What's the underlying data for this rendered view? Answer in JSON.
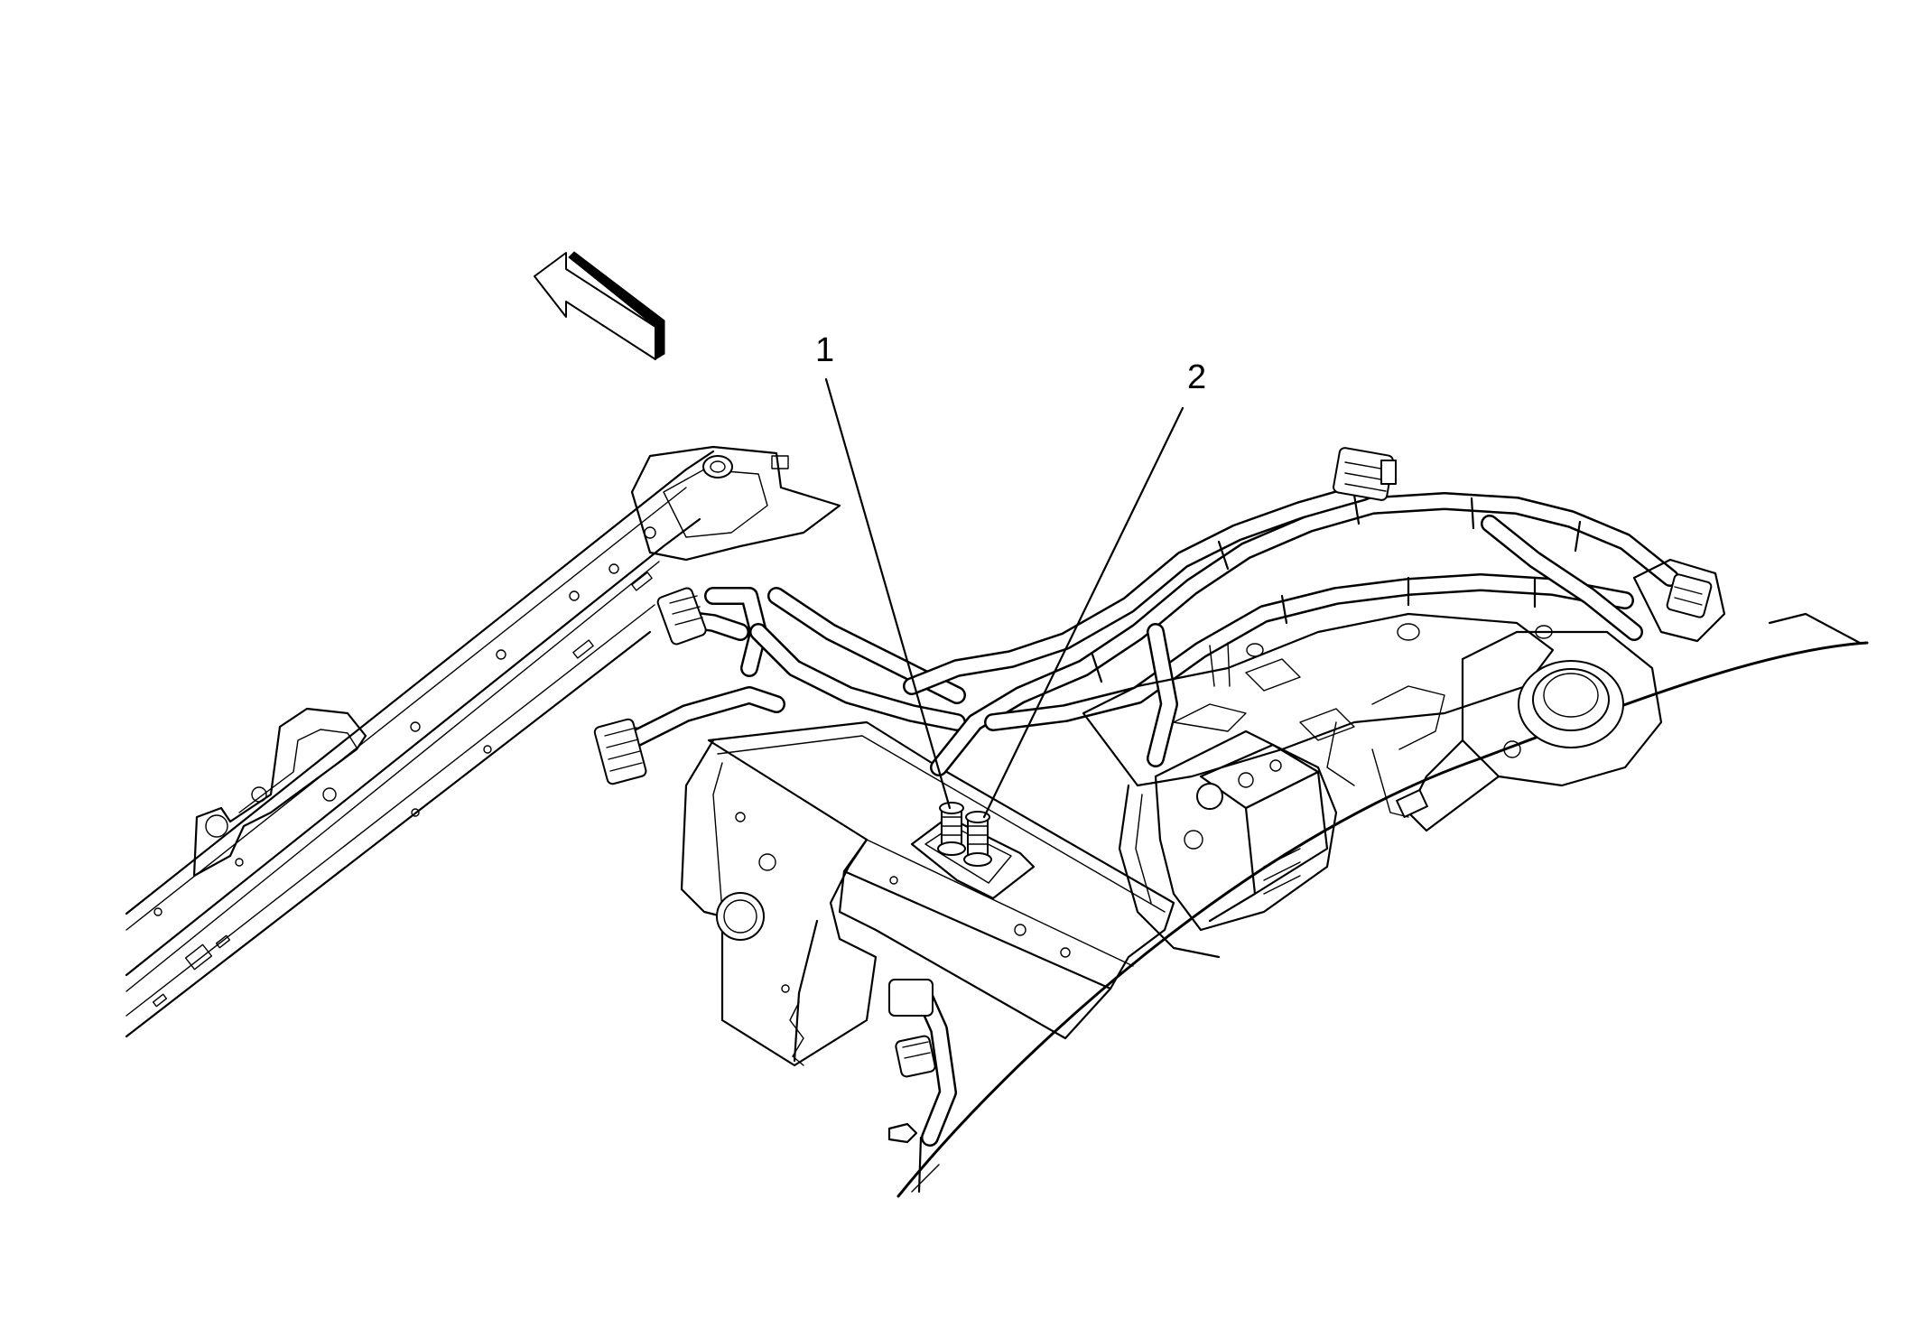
{
  "diagram": {
    "callouts": [
      {
        "id": "1",
        "label": "1"
      },
      {
        "id": "2",
        "label": "2"
      }
    ],
    "icons": [
      "front-direction-arrow-icon"
    ],
    "colors": {
      "line": "#000000",
      "background": "#ffffff"
    }
  }
}
